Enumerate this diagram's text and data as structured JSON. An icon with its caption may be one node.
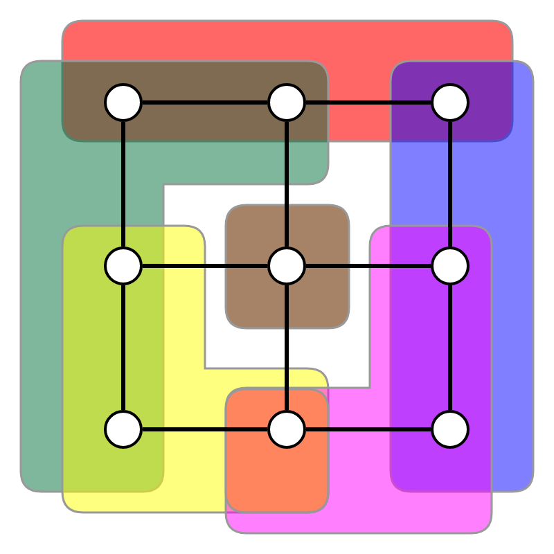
{
  "diagram": {
    "nodes": [
      {
        "text": [],
        "shape": "circle"
      },
      {
        "text": [],
        "shape": "circle"
      },
      {
        "text": [],
        "shape": "circle"
      },
      {
        "text": [],
        "shape": "circle"
      },
      {
        "text": [],
        "shape": "circle"
      },
      {
        "text": [],
        "shape": "circle"
      },
      {
        "text": [],
        "shape": "circle"
      },
      {
        "text": [],
        "shape": "circle"
      },
      {
        "text": [],
        "shape": "circle"
      }
    ],
    "edges": [
      {
        "from": 0,
        "to": 1,
        "arrow": "none"
      },
      {
        "from": 1,
        "to": 2,
        "arrow": "none"
      },
      {
        "from": 3,
        "to": 4,
        "arrow": "none"
      },
      {
        "from": 4,
        "to": 5,
        "arrow": "none"
      },
      {
        "from": 6,
        "to": 7,
        "arrow": "none"
      },
      {
        "from": 7,
        "to": 8,
        "arrow": "none"
      },
      {
        "from": 0,
        "to": 3,
        "arrow": "none"
      },
      {
        "from": 3,
        "to": 6,
        "arrow": "none"
      },
      {
        "from": 1,
        "to": 4,
        "arrow": "none"
      },
      {
        "from": 4,
        "to": 7,
        "arrow": "none"
      },
      {
        "from": 2,
        "to": 5,
        "arrow": "none"
      },
      {
        "from": 5,
        "to": 8,
        "arrow": "none"
      }
    ]
  }
}
